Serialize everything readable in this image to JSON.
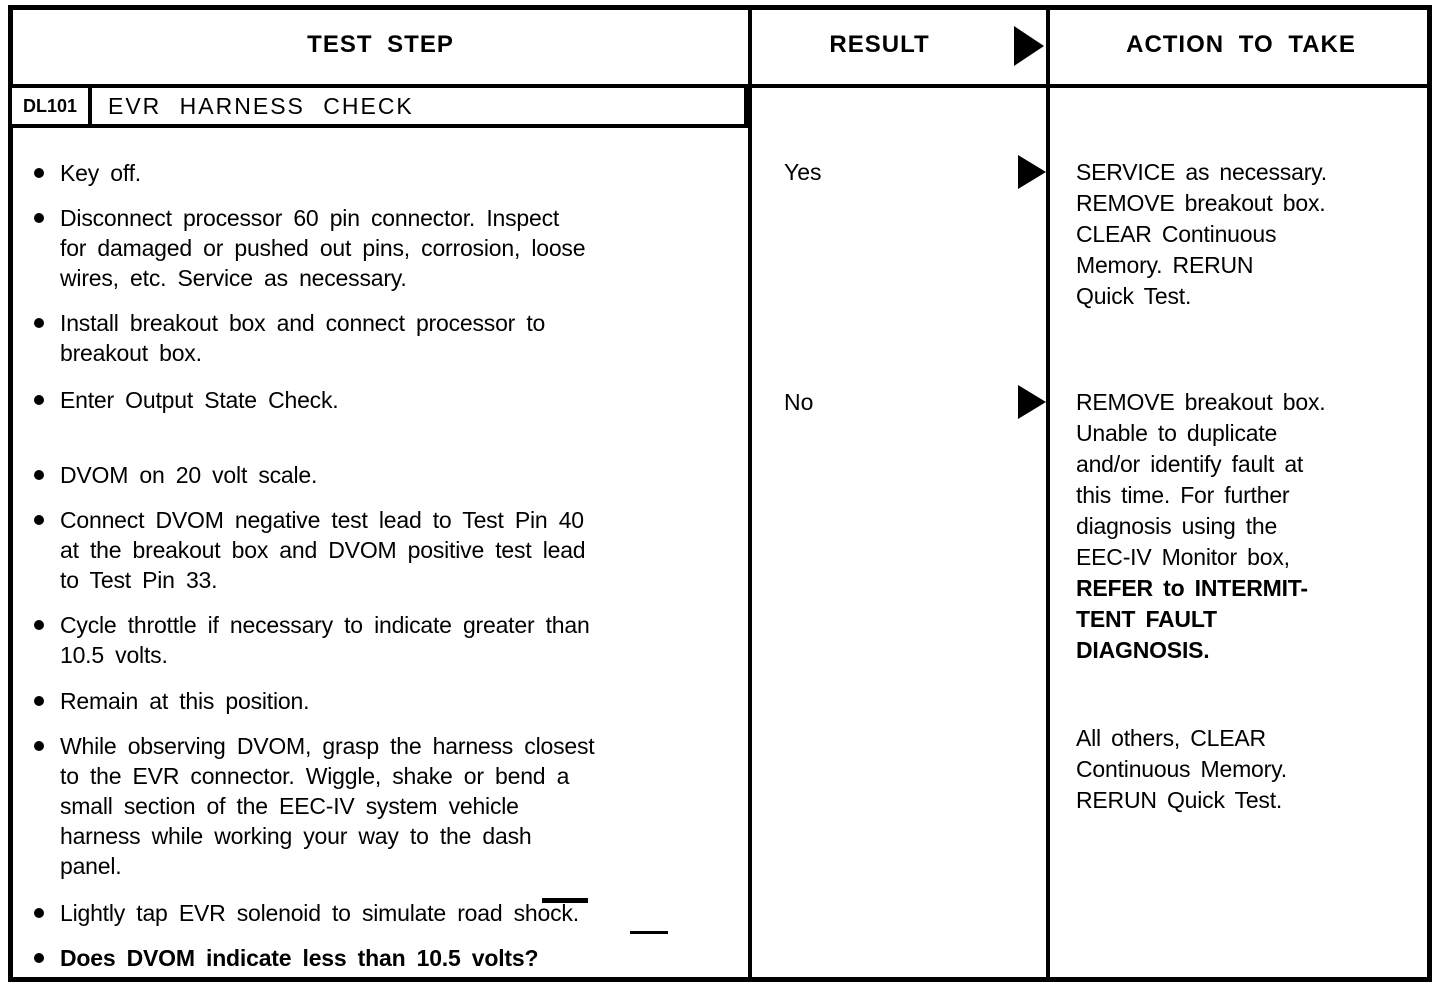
{
  "header": {
    "col_test_step": "TEST STEP",
    "col_result": "RESULT",
    "col_action": "ACTION TO TAKE"
  },
  "test": {
    "id": "DL101",
    "title": "EVR HARNESS CHECK",
    "steps": [
      {
        "text": "Key off.",
        "bold": false
      },
      {
        "text": "Disconnect processor 60 pin connector. Inspect\nfor damaged or pushed out pins, corrosion, loose\nwires, etc. Service as necessary.",
        "bold": false
      },
      {
        "text": "Install breakout box and connect processor to\nbreakout box.",
        "bold": false
      },
      {
        "text": "Enter Output State Check.",
        "bold": false
      },
      {
        "text": "DVOM on 20 volt scale.",
        "bold": false
      },
      {
        "text": "Connect DVOM negative test lead to Test Pin 40\nat the breakout box and DVOM positive test lead\nto Test Pin 33.",
        "bold": false
      },
      {
        "text": "Cycle throttle if necessary to indicate greater than\n10.5 volts.",
        "bold": false
      },
      {
        "text": "Remain at this position.",
        "bold": false
      },
      {
        "text": "While observing DVOM, grasp the harness closest\nto the EVR connector. Wiggle, shake or bend a\nsmall section of the EEC-IV system vehicle\nharness while working your way to the dash\npanel.",
        "bold": false
      },
      {
        "text": "Lightly tap EVR solenoid to simulate road shock.",
        "bold": false
      },
      {
        "text": "Does DVOM indicate less than 10.5 volts?",
        "bold": true
      }
    ]
  },
  "results": [
    {
      "label": "Yes",
      "action_lines": [
        "SERVICE as necessary.",
        "REMOVE breakout box.",
        "CLEAR Continuous",
        "Memory. RERUN",
        "Quick Test."
      ]
    },
    {
      "label": "No",
      "action_lines": [
        "REMOVE breakout box.",
        "Unable to duplicate",
        "and/or identify fault at",
        "this time. For further",
        "diagnosis using the",
        "EEC-IV Monitor box,",
        "REFER to INTERMIT-",
        "TENT FAULT",
        "DIAGNOSIS."
      ]
    }
  ],
  "additional_action": {
    "lines": [
      "All others, CLEAR",
      "Continuous Memory.",
      "RERUN Quick Test."
    ]
  },
  "colors": {
    "ink": "#000000",
    "paper": "#ffffff"
  }
}
